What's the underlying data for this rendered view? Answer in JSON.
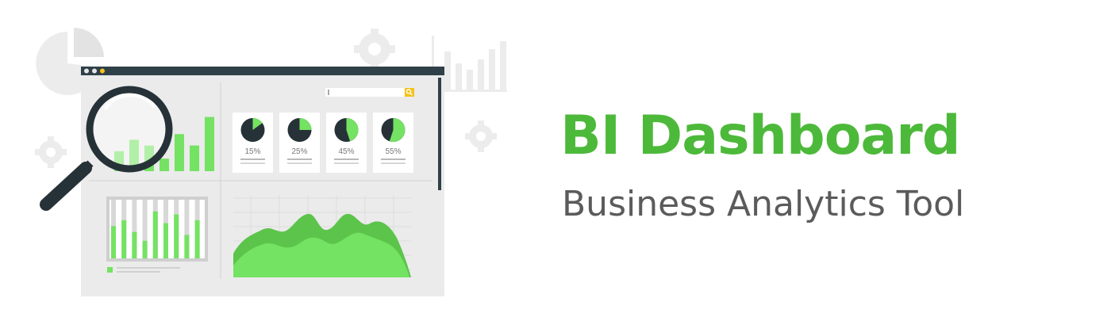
{
  "heading": {
    "title": "BI Dashboard",
    "subtitle": "Business Analytics Tool"
  },
  "colors": {
    "accent": "#4db93a",
    "subtitle": "#5b5b5b",
    "window_bar": "#2f4048",
    "chart_green": "#74e262",
    "chart_green_dark": "#5cc44b",
    "panel_bg": "#ebebeb",
    "dark": "#263238"
  },
  "dashboard": {
    "window_dots": [
      "#e6e6e6",
      "#e6e6e6",
      "#f6c21a"
    ],
    "search_icon": "search-icon",
    "pie_cards": [
      {
        "percent": 0.15,
        "label": "15%"
      },
      {
        "percent": 0.25,
        "label": "25%"
      },
      {
        "percent": 0.45,
        "label": "45%"
      },
      {
        "percent": 0.55,
        "label": "55%"
      }
    ],
    "bar_levels": [
      0.35,
      0.55,
      0.45,
      0.22,
      0.65,
      0.45,
      0.95
    ],
    "striped_bar_levels": [
      0.55,
      0.65,
      0.45,
      0.3,
      0.8,
      0.6,
      0.75,
      0.4,
      0.65
    ]
  },
  "decor": {
    "icons": [
      "pie-chart-icon",
      "gear-icon",
      "bar-chart-icon",
      "magnifier-icon"
    ]
  }
}
